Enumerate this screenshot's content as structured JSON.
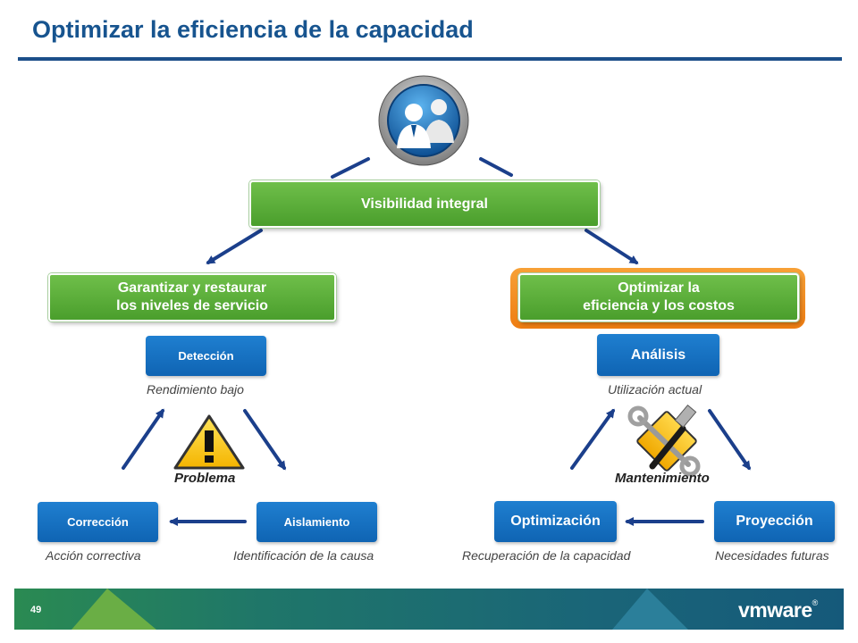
{
  "slide": {
    "title": "Optimizar la eficiencia de la capacidad",
    "page_number": "49",
    "brand": "vmware"
  },
  "top": {
    "center_icon": "users-icon",
    "visibility_label": "Visibilidad integral"
  },
  "left": {
    "header_line1": "Garantizar y restaurar",
    "header_line2": "los niveles de servicio",
    "cycle_label": "Problema",
    "cycle_icon": "warning-icon",
    "steps": [
      {
        "label": "Detección",
        "caption": "Rendimiento bajo"
      },
      {
        "label": "Aislamiento",
        "caption": "Identificación de la causa"
      },
      {
        "label": "Corrección",
        "caption": "Acción correctiva"
      }
    ]
  },
  "right": {
    "header_line1": "Optimizar la",
    "header_line2": "eficiencia y los costos",
    "cycle_label": "Mantenimiento",
    "cycle_icon": "tools-icon",
    "steps": [
      {
        "label": "Análisis",
        "caption": "Utilización actual"
      },
      {
        "label": "Proyección",
        "caption": "Necesidades futuras"
      },
      {
        "label": "Optimización",
        "caption": "Recuperación de la capacidad"
      }
    ]
  },
  "colors": {
    "title": "#17548f",
    "green": "#5aab38",
    "blue": "#1170c2",
    "orange": "#f08b1e",
    "arrow": "#1b3f8b",
    "footer_teal": "#1d6b7a",
    "footer_green": "#6aae45"
  }
}
